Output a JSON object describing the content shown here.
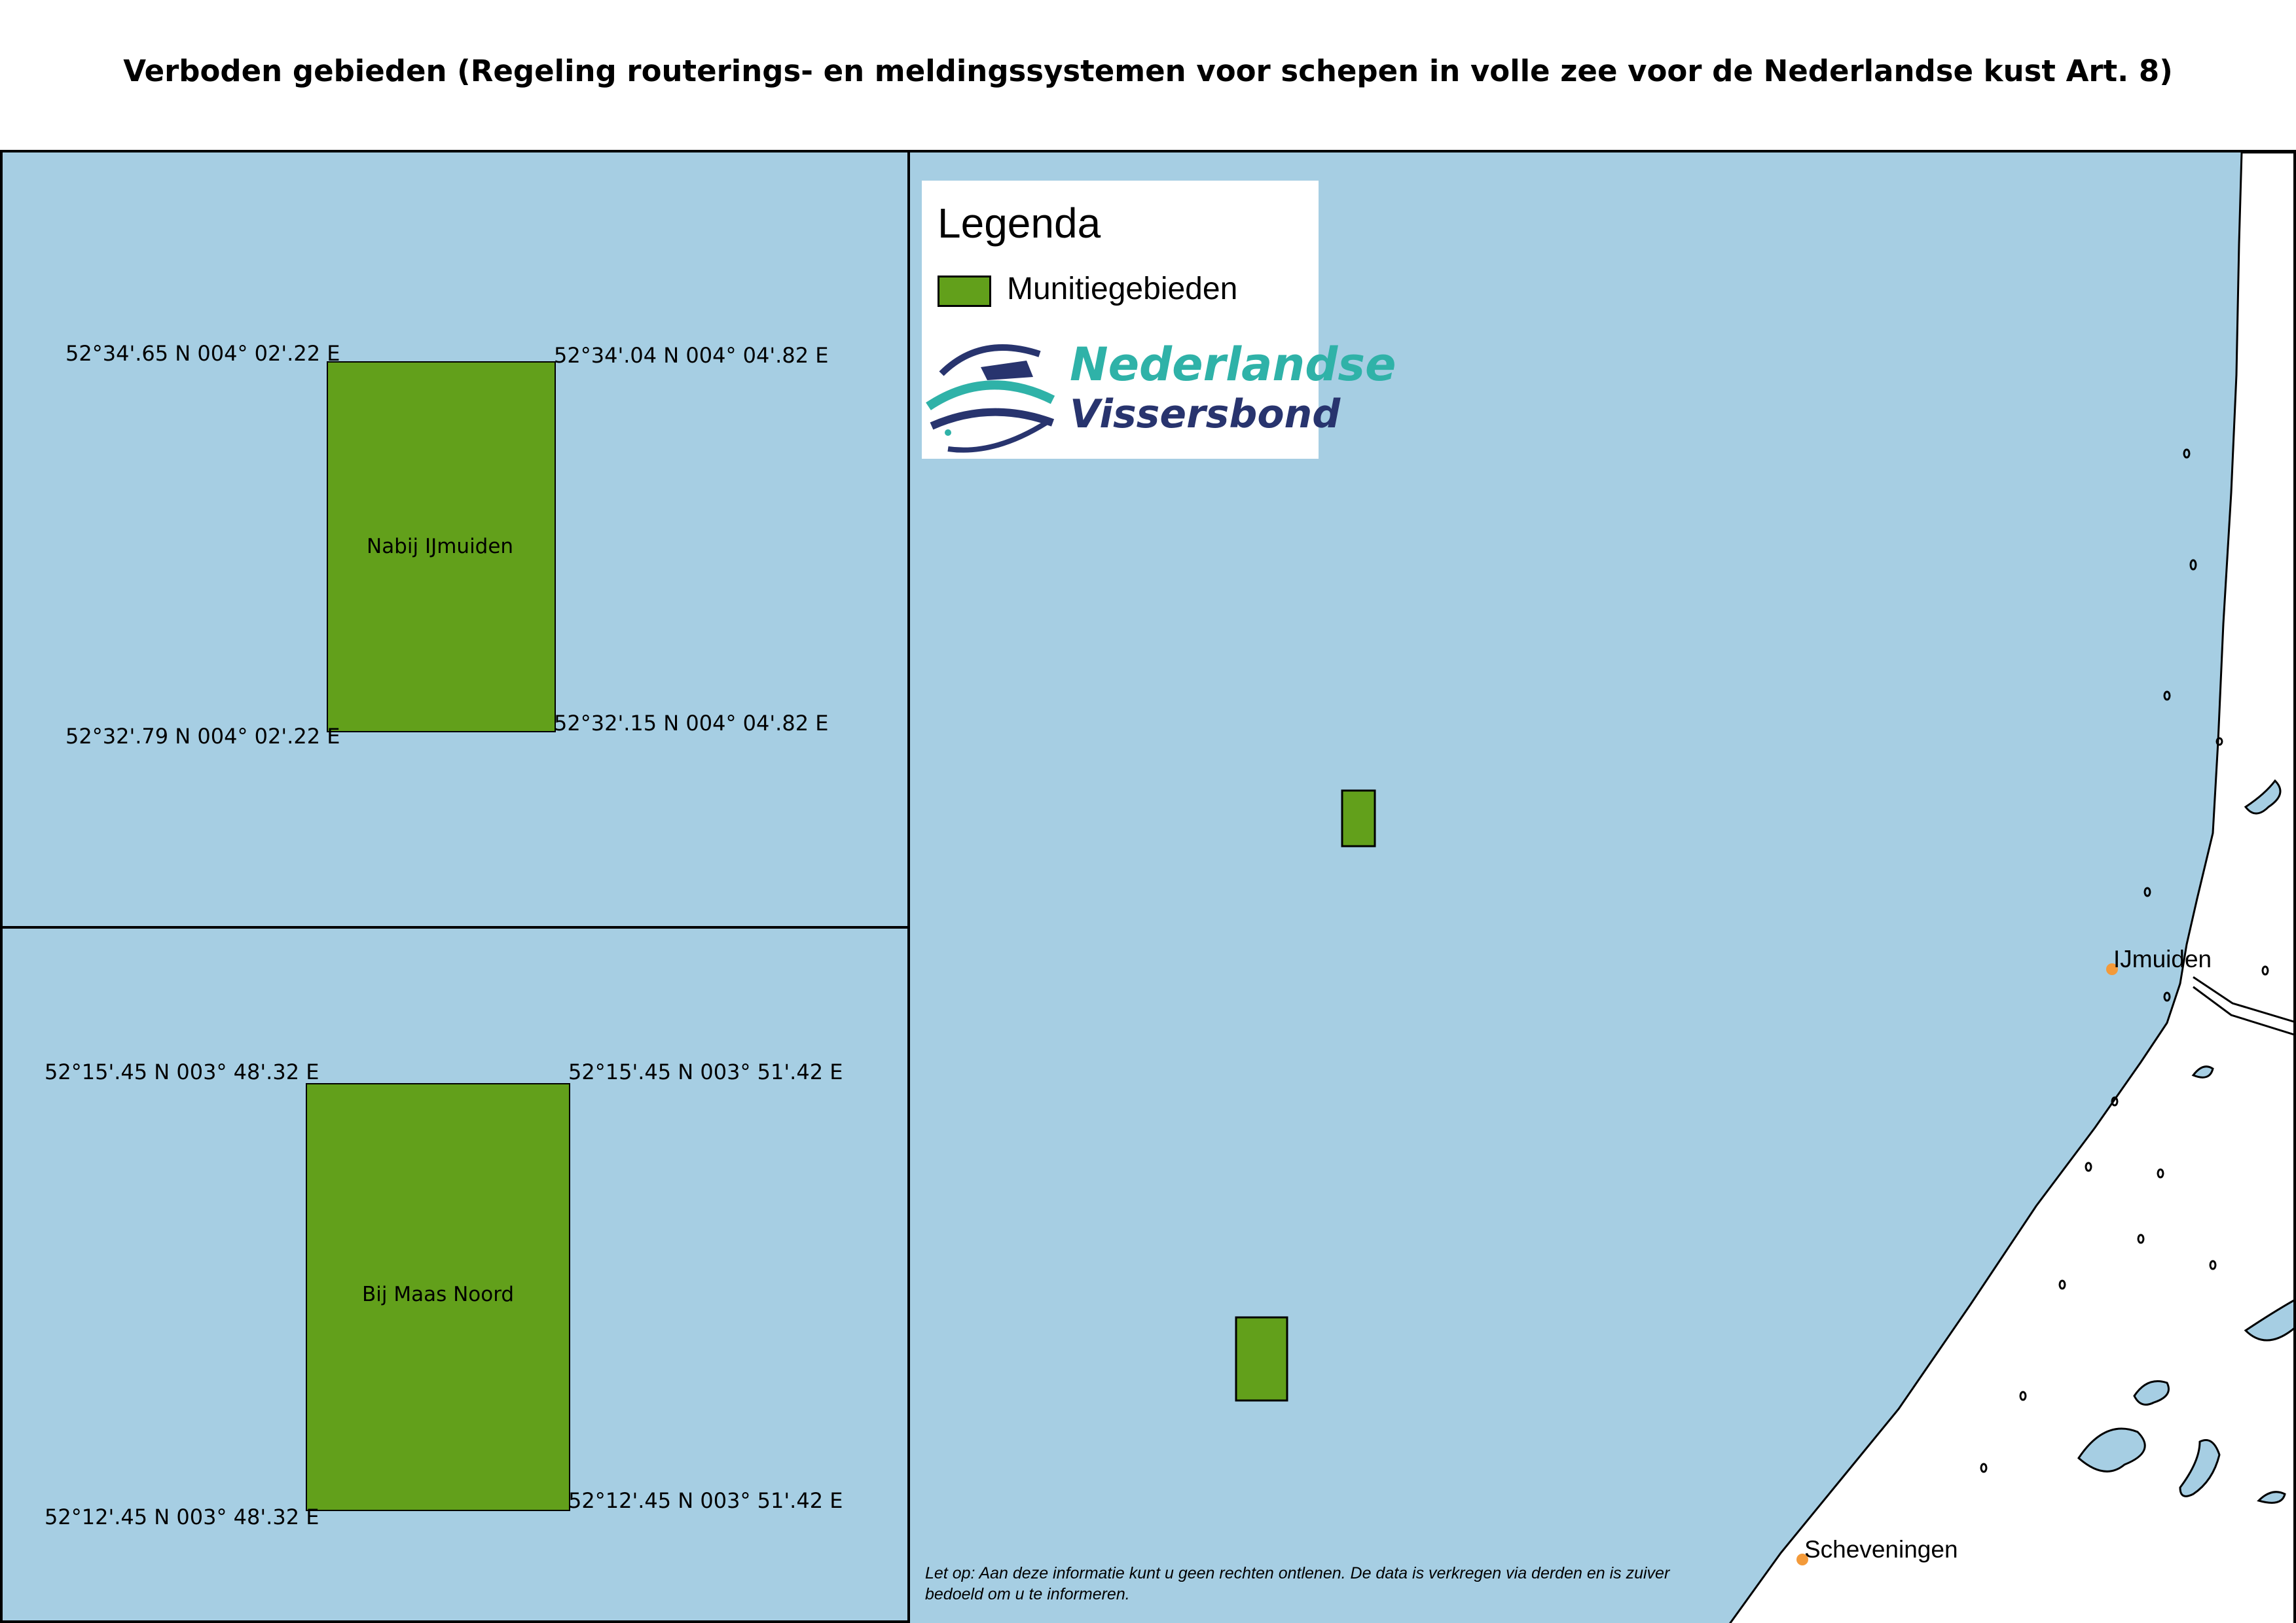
{
  "title": "Verboden gebieden (Regeling routerings- en meldingssystemen voor schepen in volle zee voor de Nederlandse kust Art. 8)",
  "colors": {
    "sea": "#a6cee3",
    "zone_fill": "#62a01b",
    "land": "#ffffff",
    "place_marker": "#f39a3a",
    "logo_teal": "#2fb2a8",
    "logo_navy": "#28346e"
  },
  "inset_top": {
    "zone_label": "Nabij IJmuiden",
    "coords": {
      "top_left": "52°34'.65 N 004° 02'.22 E",
      "top_right": "52°34'.04 N 004° 04'.82 E",
      "bottom_left": "52°32'.79 N 004° 02'.22 E",
      "bottom_right": "52°32'.15 N 004° 04'.82 E"
    }
  },
  "inset_bottom": {
    "zone_label": "Bij Maas Noord",
    "coords": {
      "top_left": "52°15'.45 N 003° 48'.32 E",
      "top_right": "52°15'.45 N 003° 51'.42 E",
      "bottom_left": "52°12'.45 N 003° 48'.32 E",
      "bottom_right": "52°12'.45 N 003° 51'.42 E"
    }
  },
  "legend": {
    "title": "Legenda",
    "items": [
      {
        "label": "Munitiegebieden",
        "color": "#62a01b"
      }
    ],
    "logo": {
      "line1": "Nederlandse",
      "line2": "Vissersbond"
    }
  },
  "places": [
    {
      "name": "IJmuiden",
      "icon": "harbour-dot-icon"
    },
    {
      "name": "Scheveningen",
      "icon": "harbour-dot-icon"
    }
  ],
  "disclaimer": "Let op: Aan deze informatie kunt u geen rechten ontlenen. De data is verkregen via derden en is zuiver bedoeld om u te informeren."
}
